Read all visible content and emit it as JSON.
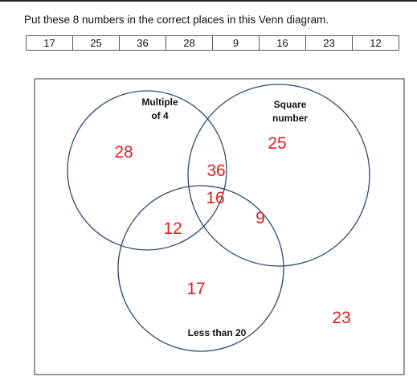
{
  "question": {
    "text": "Put these 8 numbers in the correct places in this Venn diagram."
  },
  "number_list": [
    "17",
    "25",
    "36",
    "28",
    "9",
    "16",
    "23",
    "12"
  ],
  "venn": {
    "sets": {
      "left_line1": "Multiple",
      "left_line2": "of 4",
      "right_line1": "Square",
      "right_line2": "number",
      "bottom": "Less than 20"
    },
    "placements": {
      "left_only": "28",
      "right_only": "25",
      "left_right": "36",
      "all_three": "16",
      "left_bottom": "12",
      "right_bottom": "9",
      "bottom_only": "17",
      "outside": "23"
    },
    "colors": {
      "circle": "#2f4a6b",
      "answer": "#e02020",
      "label": "#111111"
    }
  }
}
